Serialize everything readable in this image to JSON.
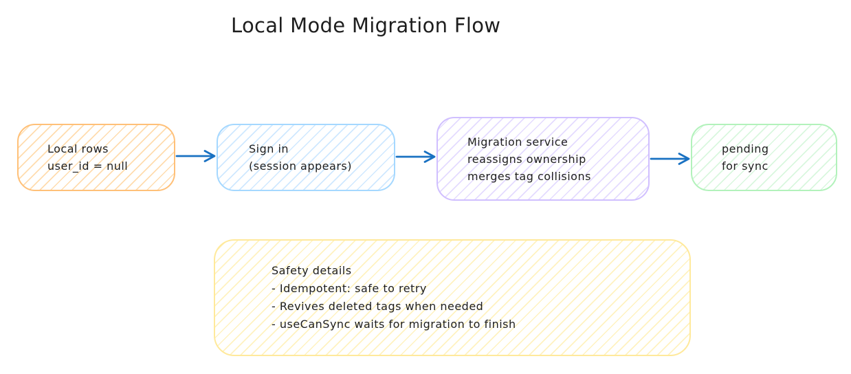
{
  "title": "Local Mode Migration Flow",
  "colors": {
    "text": "#1e1e1e",
    "arrow": "#1971c2",
    "orange": {
      "stroke": "#ffc078",
      "hatch": "#ffdcae"
    },
    "blue": {
      "stroke": "#a5d8ff",
      "hatch": "#cfe8ff"
    },
    "purple": {
      "stroke": "#d0bfff",
      "hatch": "#e4dbff"
    },
    "green": {
      "stroke": "#b2f2bb",
      "hatch": "#d9f7de"
    },
    "yellow": {
      "stroke": "#ffe99b",
      "hatch": "#fff2c0"
    }
  },
  "nodes": [
    {
      "name": "local-rows",
      "color": "orange",
      "lines": [
        "Local rows",
        "user_id = null"
      ]
    },
    {
      "name": "sign-in",
      "color": "blue",
      "lines": [
        "Sign in",
        "(session appears)"
      ]
    },
    {
      "name": "migration-service",
      "color": "purple",
      "lines": [
        "Migration service",
        "reassigns ownership",
        "merges tag collisions"
      ]
    },
    {
      "name": "pending-for-sync",
      "color": "green",
      "lines": [
        "pending",
        "for sync"
      ]
    }
  ],
  "note": {
    "color": "yellow",
    "lines": [
      "Safety details",
      "- Idempotent: safe to retry",
      "- Revives deleted tags when needed",
      "- useCanSync waits for migration to finish"
    ]
  }
}
